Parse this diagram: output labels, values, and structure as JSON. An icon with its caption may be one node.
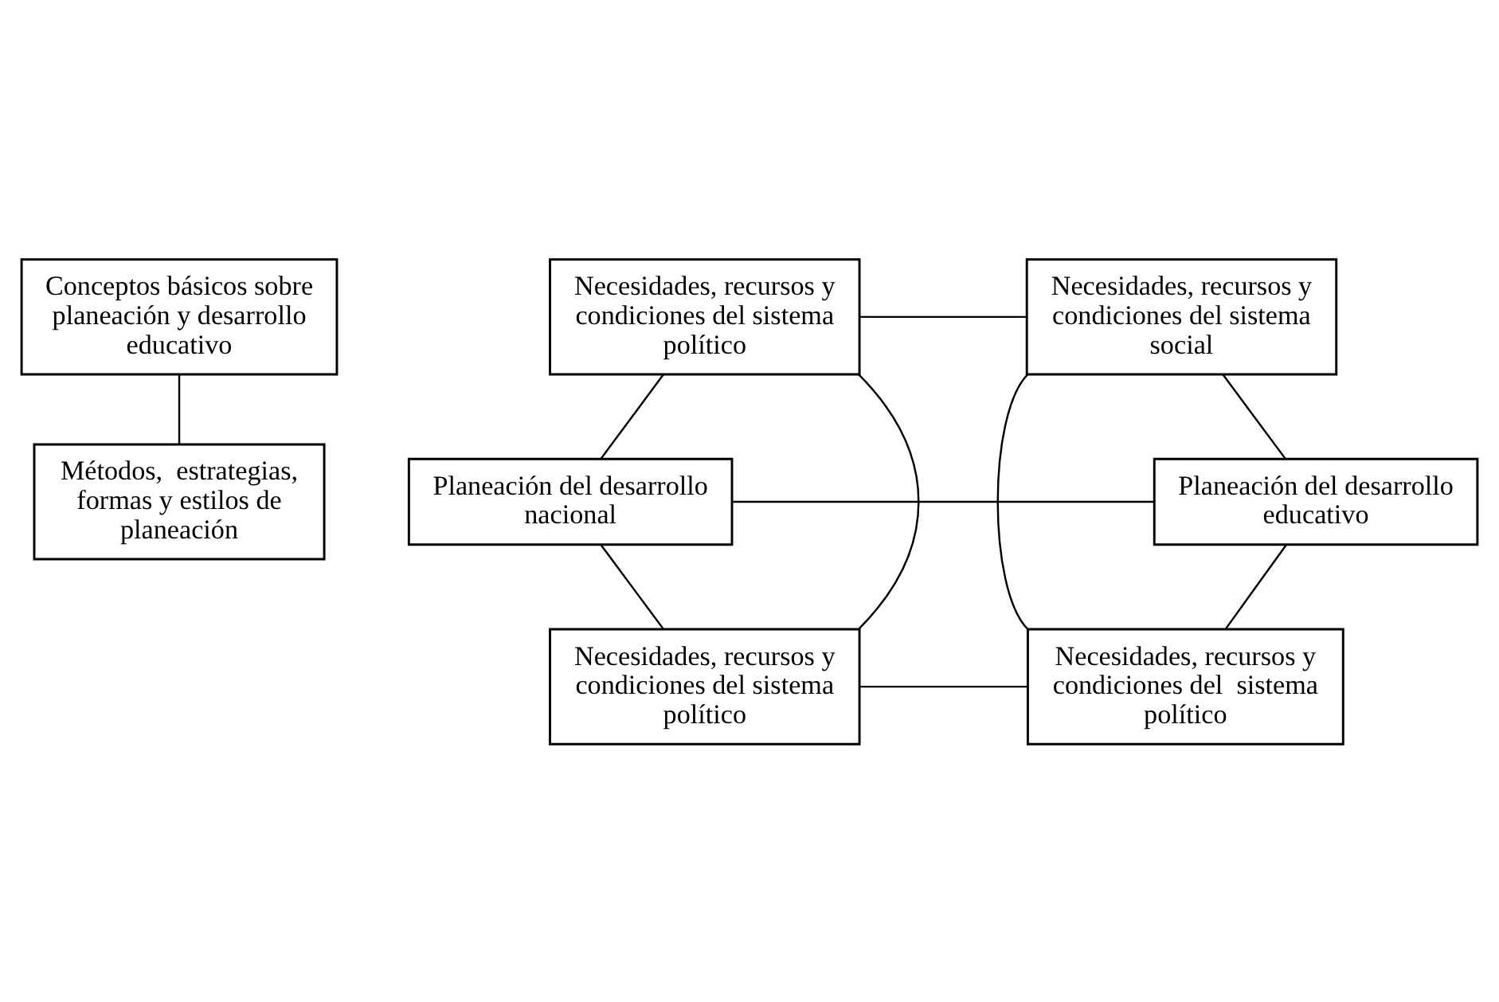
{
  "diagram": {
    "nodes": [
      {
        "text": [
          "Conceptos básicos sobre planeación y desarrollo educativo"
        ]
      },
      {
        "text": [
          "Necesidades, recursos y condiciones del sistema político"
        ]
      },
      {
        "text": [
          "Necesidades, recursos y condiciones del sistema social"
        ]
      },
      {
        "text": [
          "Planeación del desarrollo nacional"
        ]
      },
      {
        "text": [
          "Planeación del desarrollo educativo"
        ]
      },
      {
        "text": [
          "Necesidades, recursos y condiciones del sistema político"
        ]
      },
      {
        "text": [
          "Necesidades, recursos y condiciones del  sistema político"
        ]
      },
      {
        "text": [
          "Métodos,  estrategias,  formas y estilos de planeación"
        ]
      }
    ],
    "edges": [
      {
        "from": 0,
        "to": 7,
        "arrow": "none"
      },
      {
        "from": 1,
        "to": 2,
        "arrow": "none"
      },
      {
        "from": 3,
        "to": 4,
        "arrow": "none"
      },
      {
        "from": 5,
        "to": 6,
        "arrow": "none"
      },
      {
        "from": 1,
        "to": 3,
        "arrow": "none"
      },
      {
        "from": 3,
        "to": 5,
        "arrow": "none"
      },
      {
        "from": 1,
        "to": 5,
        "arrow": "none"
      },
      {
        "from": 2,
        "to": 4,
        "arrow": "none"
      },
      {
        "from": 4,
        "to": 6,
        "arrow": "none"
      },
      {
        "from": 2,
        "to": 6,
        "arrow": "none"
      }
    ]
  }
}
